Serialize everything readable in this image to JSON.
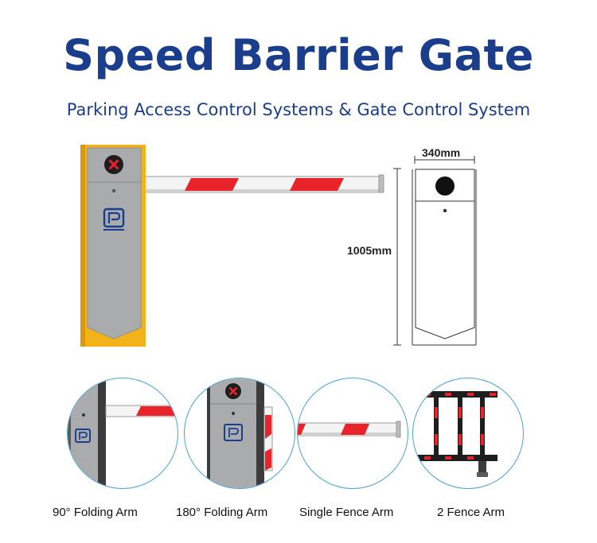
{
  "header": {
    "title": "Speed Barrier Gate",
    "subtitle": "Parking Access Control Systems & Gate Control System"
  },
  "dimensions": {
    "width_label": "340mm",
    "height_label": "1005mm"
  },
  "variants": [
    {
      "label": "90° Folding Arm"
    },
    {
      "label": "180° Folding Arm"
    },
    {
      "label": "Single Fence Arm"
    },
    {
      "label": "2 Fence Arm"
    }
  ],
  "colors": {
    "title_blue": "#1a3e8c",
    "housing_yellow": "#f2b21a",
    "housing_gray": "#a9abad",
    "stripe_red": "#e8232a",
    "circle_border": "#4aa3d6"
  },
  "icons": [
    "stop-x-icon",
    "pj-logo-icon"
  ]
}
